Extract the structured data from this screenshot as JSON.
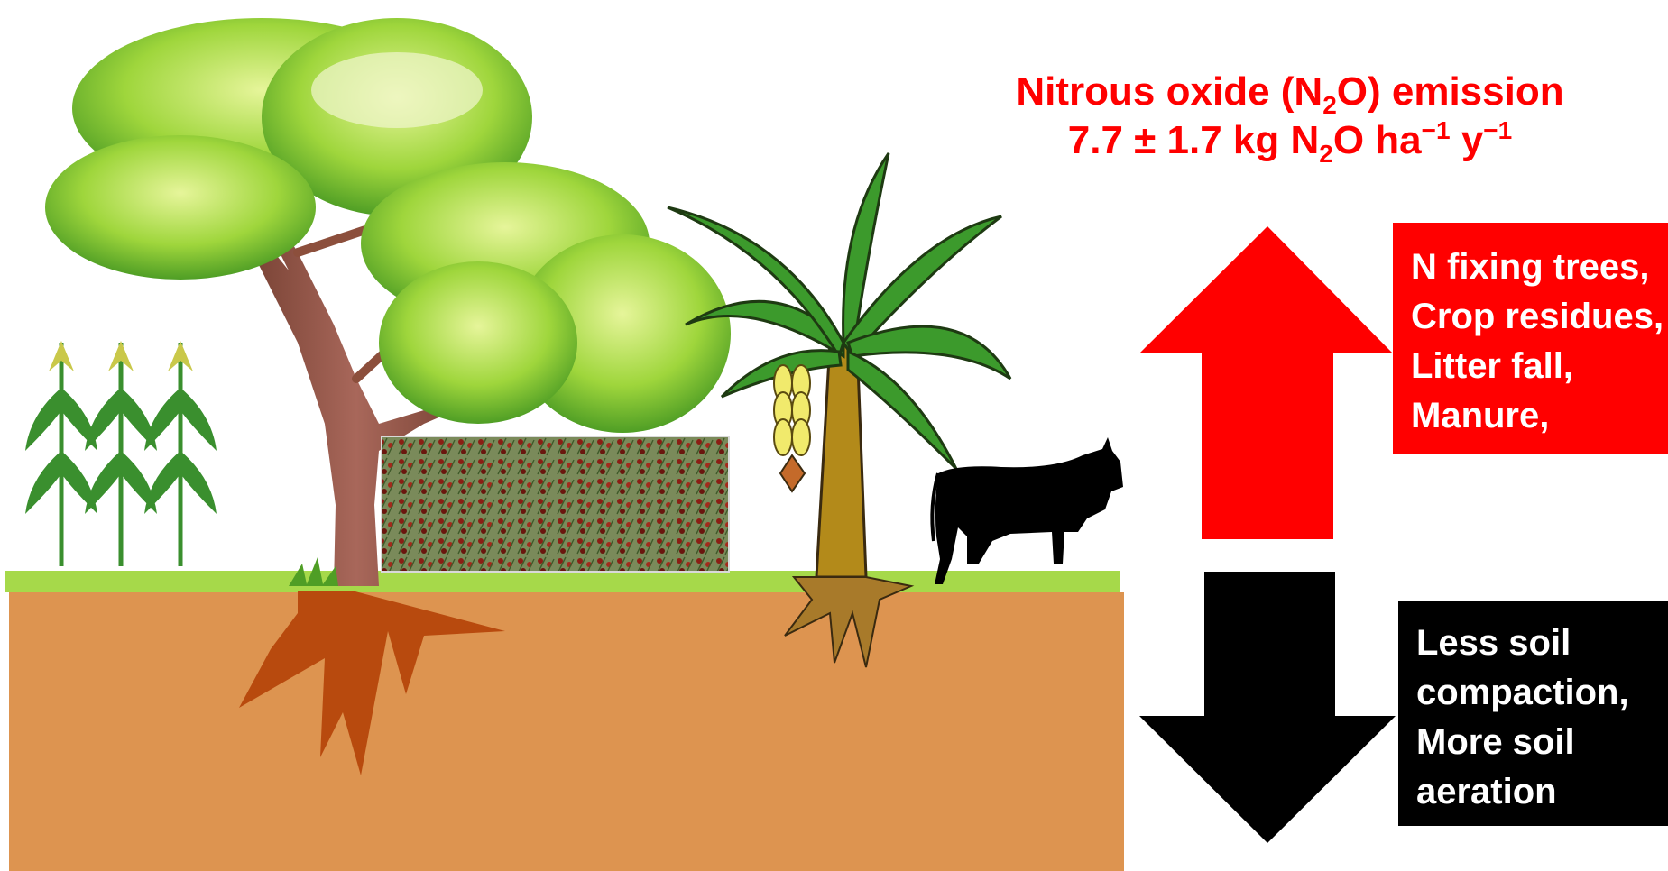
{
  "emission": {
    "title_prefix": "Nitrous oxide (N",
    "title_sub": "2",
    "title_suffix": "O) emission",
    "value_prefix": "7.7 ± 1.7 kg N",
    "value_sub": "2",
    "value_mid": "O ha",
    "value_exp1": "−1",
    "value_space": " y",
    "value_exp2": "−1"
  },
  "increase_factors": [
    "N fixing trees,",
    "Crop residues,",
    "Litter fall,",
    "Manure,"
  ],
  "decrease_factors": [
    "Less soil",
    "compaction,",
    "More soil",
    "aeration"
  ],
  "colors": {
    "increase": "#ff0000",
    "decrease": "#000000",
    "soil": "#dd9450",
    "grass": "#a6d94a",
    "root": "#b84a0e",
    "trunk": "#8c4f3c"
  },
  "icons": {
    "up_arrow": "arrow-up-icon",
    "down_arrow": "arrow-down-icon"
  }
}
